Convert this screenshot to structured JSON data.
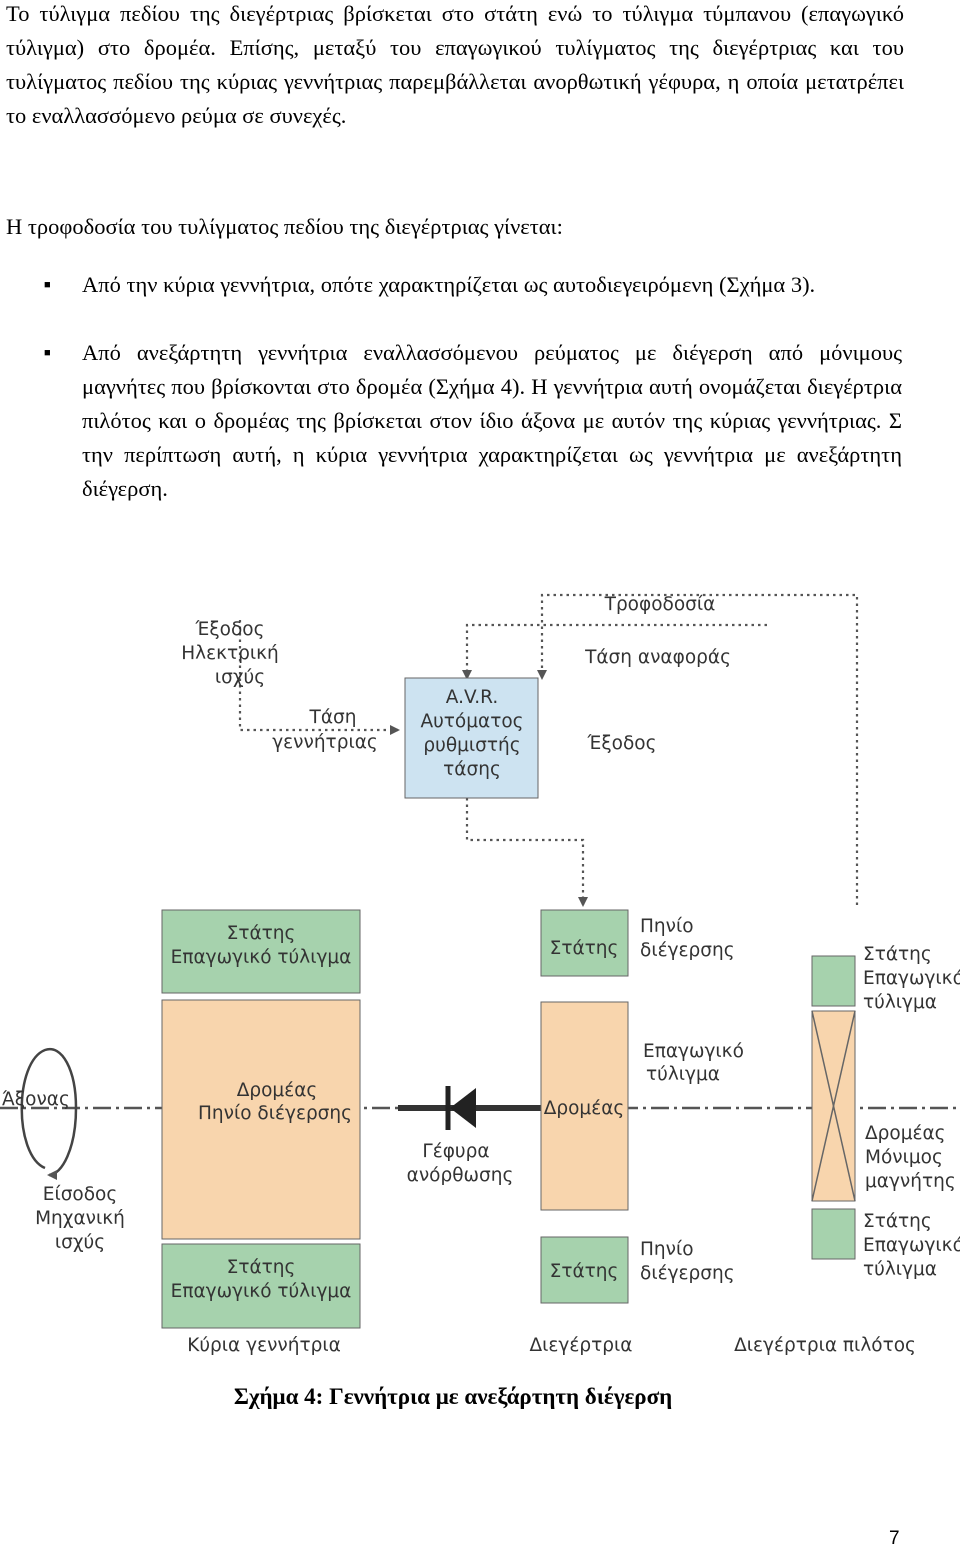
{
  "document": {
    "intro_paragraph": "Το τύλιγμα πεδίου της διεγέρτριας βρίσκεται στο στάτη ενώ το τύλιγμα τύμπανου (επαγωγικό τύλιγμα) στο δρομέα. Επίσης, μεταξύ του επαγωγικού τυλίγματος της διεγέρτριας και του τυλίγματος πεδίου της κύριας γεννήτριας παρεμβάλλεται ανορθωτική γέφυρα, η οποία μετατρέπει το εναλλασσόμενο ρεύμα σε συνεχές.",
    "lead_sentence": "Η τροφοδοσία του τυλίγματος πεδίου της διεγέρτριας γίνεται:",
    "bullet_symbol": "■",
    "bullets": [
      "Από την κύρια γεννήτρια, οπότε χαρακτηρίζεται ως αυτοδιεγειρόμενη (Σχήμα 3).",
      "Από ανεξάρτητη γεννήτρια εναλλασσόμενου ρεύματος με διέγερση από μόνιμους μαγνήτες που βρίσκονται στο δρομέα (Σχήμα 4). Η γεννήτρια αυτή ονομάζεται διεγέρτρια πιλότος και ο δρομέας της βρίσκεται στον ίδιο άξονα με αυτόν της κύριας γεννήτριας. Σ την περίπτωση αυτή, η κύρια γεννήτρια χαρακτηρίζεται ως γεννήτρια με ανεξάρτητη διέγερση."
    ],
    "caption": "Σχήμα 4: Γεννήτρια με ανεξάρτητη διέγερση",
    "page_number": "7"
  },
  "diagram": {
    "colors": {
      "green": "#a6d2ad",
      "tan": "#f8d5ad",
      "blue": "#cde3f1",
      "line": "#555555",
      "text": "#333333"
    },
    "labels": {
      "trofodosia": "Τροφοδοσία",
      "exodos_ilektriki": [
        "Έξοδος",
        "Ηλεκτρική",
        "ισχύς"
      ],
      "tasi_anaforas": "Τάση αναφοράς",
      "tasi_gennitrias": [
        "Τάση",
        "γεννήτριας"
      ],
      "avr": [
        "A.V.R.",
        "Αυτόματος",
        "ρυθμιστής",
        "τάσης"
      ],
      "exodos": "Έξοδος",
      "main_stator_top": [
        "Στάτης",
        "Επαγωγικό τύλιγμα"
      ],
      "main_rotor": [
        "Δρομέας",
        "Πηνίο διέγερσης"
      ],
      "main_stator_bottom": [
        "Στάτης",
        "Επαγωγικό τύλιγμα"
      ],
      "exciter_stator_top": "Στάτης",
      "exciter_rotor": "Δρομέας",
      "exciter_stator_bottom": "Στάτης",
      "pinio_diegersis_top": [
        "Πηνίο",
        "διέγερσης"
      ],
      "epagogiko_tyligma": [
        "Επαγωγικό",
        "τύλιγμα"
      ],
      "pinio_diegersis_bottom": [
        "Πηνίο",
        "διέγερσης"
      ],
      "pilot_stator_top": [
        "Στάτης",
        "Επαγωγικό",
        "τύλιγμα"
      ],
      "pilot_rotor": [
        "Δρομέας",
        "Μόνιμος",
        "μαγνήτης"
      ],
      "pilot_stator_bottom": [
        "Στάτης",
        "Επαγωγικό",
        "τύλιγμα"
      ],
      "axonas": "Άξονας",
      "eisodos": [
        "Είσοδος",
        "Μηχανική",
        "ισχύς"
      ],
      "gefyra": [
        "Γέφυρα",
        "ανόρθωσης"
      ],
      "kyria_gennitria": "Κύρια γεννήτρια",
      "diegertria": "Διεγέρτρια",
      "diegertria_pilotos": "Διεγέρτρια πιλότος"
    }
  }
}
